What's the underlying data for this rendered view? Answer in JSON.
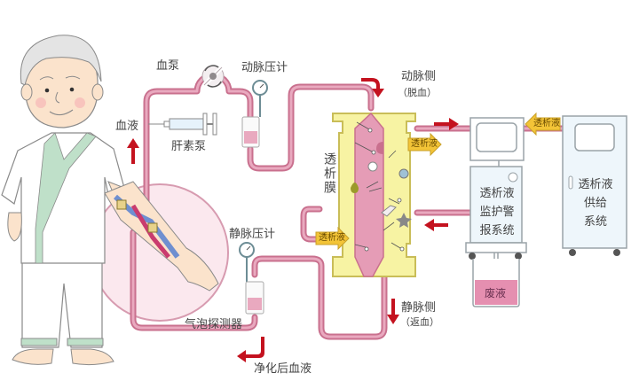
{
  "title": "Hemodialysis circuit diagram",
  "colors": {
    "blood_tube": "#c9708e",
    "blood_tube_inner": "#e9a9bf",
    "arrow_red": "#c4121f",
    "dialyzer_yellow": "#f7f3a3",
    "dialyzer_outline": "#c9bd58",
    "blood_column": "#e59cb6",
    "dialysate_tag": "#f3c437",
    "machine_fill": "#eef6fb",
    "machine_outline": "#9aa3a8",
    "waste_fill": "#e58fb0",
    "zoom_circle": "#fbe8ee"
  },
  "labels": {
    "blood_pump": "血泵",
    "arterial_pressure_gauge": "动脉压计",
    "blood": "血液",
    "heparin_pump": "肝素泵",
    "arterial_side": "动脉侧",
    "arterial_side_note": "（脱血）",
    "dialysis_membrane": "透析膜",
    "dialysate_out": "透析液",
    "dialysate_in": "透析液",
    "dialysate_supply_tag": "透析液",
    "monitor_system_lines": [
      "透析液",
      "监护警",
      "报系统"
    ],
    "supply_system_lines": [
      "透析液",
      "供给",
      "系统"
    ],
    "waste_liquid": "废液",
    "venous_pressure_gauge": "静脉压计",
    "bubble_detector": "气泡探测器",
    "venous_side": "静脉侧",
    "venous_side_note": "（返血）",
    "purified_blood": "净化后血液"
  }
}
